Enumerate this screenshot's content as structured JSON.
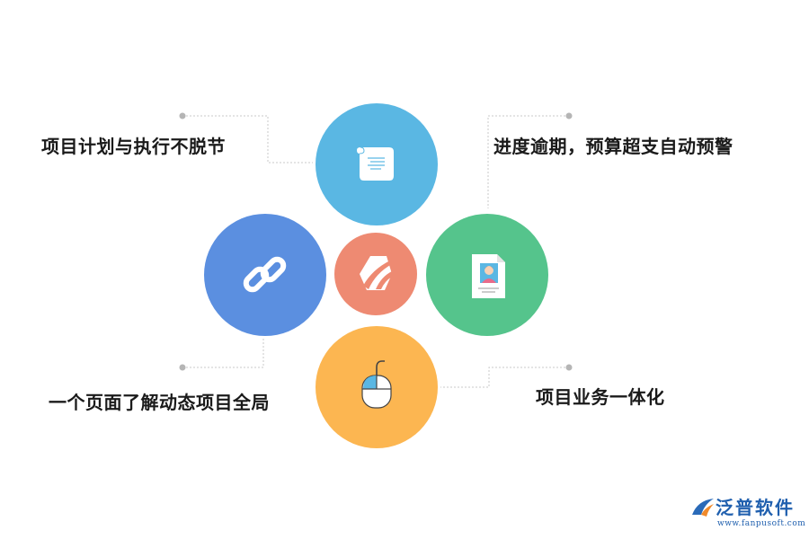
{
  "labels": {
    "top_left": "项目计划与执行不脱节",
    "top_right": "进度逾期，预算超支自动预警",
    "bottom_left": "一个页面了解动态项目全局",
    "bottom_right": "项目业务一体化"
  },
  "colors": {
    "circle_top": "#5ab7e3",
    "circle_left": "#5b8fe0",
    "circle_center": "#ee8a72",
    "circle_right": "#55c48c",
    "circle_bottom": "#fcb651",
    "connector": "#c8c8c8"
  },
  "icons": {
    "top": "scroll-document-icon",
    "left": "chain-link-icon",
    "center": "brand-logo-icon",
    "right": "profile-card-icon",
    "bottom": "computer-mouse-icon"
  },
  "logo": {
    "name": "泛普软件",
    "url": "www.fanpusoft.com"
  }
}
